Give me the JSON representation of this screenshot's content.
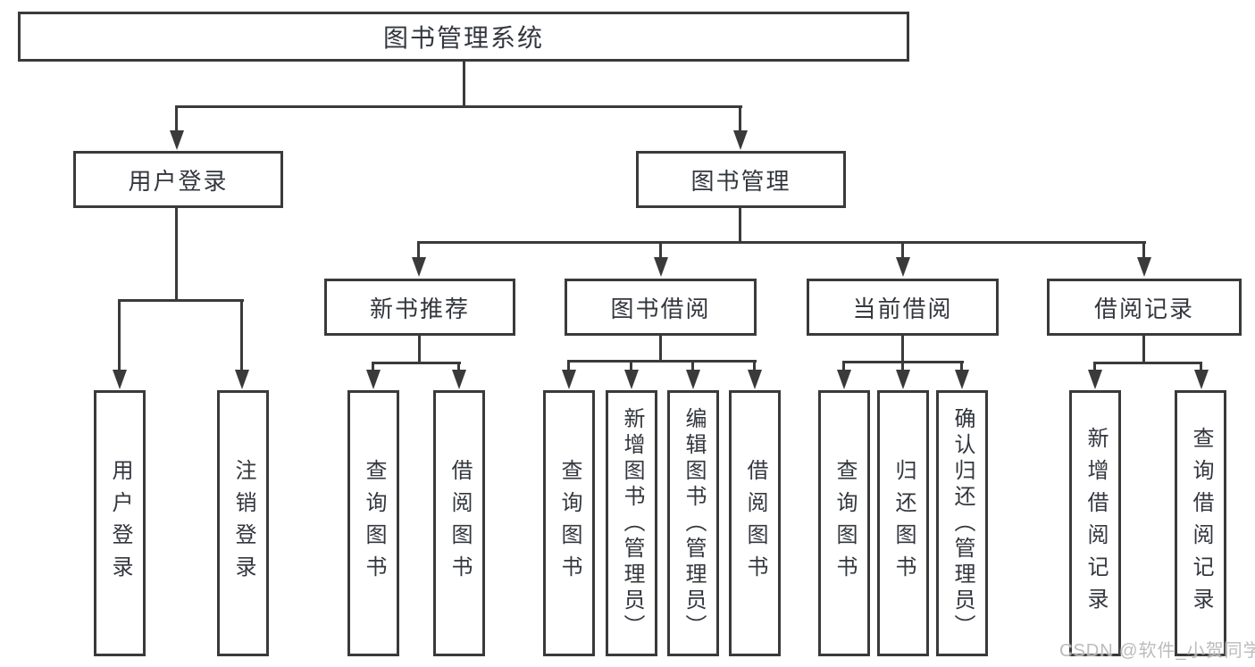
{
  "colors": {
    "line": "#3a3a3a",
    "text": "#33373d",
    "background": "#ffffff",
    "watermark": "#b5b5b5"
  },
  "watermark": "CSDN @软件_小贺同学",
  "tree": {
    "label": "图书管理系统",
    "children": [
      {
        "label": "用户登录",
        "children": [
          {
            "label": "用户登录"
          },
          {
            "label": "注销登录"
          }
        ]
      },
      {
        "label": "图书管理",
        "children": [
          {
            "label": "新书推荐",
            "children": [
              {
                "label": "查询图书"
              },
              {
                "label": "借阅图书"
              }
            ]
          },
          {
            "label": "图书借阅",
            "children": [
              {
                "label": "查询图书"
              },
              {
                "label": "新增图书（管理员）"
              },
              {
                "label": "编辑图书（管理员）"
              },
              {
                "label": "借阅图书"
              }
            ]
          },
          {
            "label": "当前借阅",
            "children": [
              {
                "label": "查询图书"
              },
              {
                "label": "归还图书"
              },
              {
                "label": "确认归还（管理员）"
              }
            ]
          },
          {
            "label": "借阅记录",
            "children": [
              {
                "label": "新增借阅记录"
              },
              {
                "label": "查询借阅记录"
              }
            ]
          }
        ]
      }
    ]
  }
}
